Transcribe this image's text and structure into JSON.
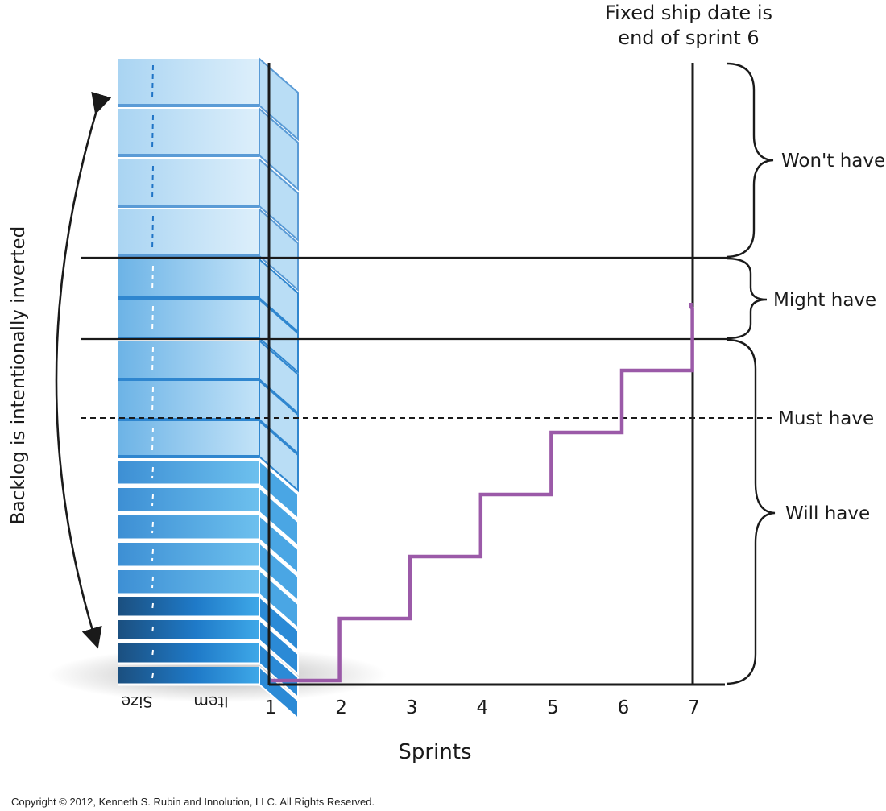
{
  "annotations": {
    "ship_date_line1": "Fixed ship date is",
    "ship_date_line2": "end of sprint 6",
    "backlog_note": "Backlog is intentionally inverted"
  },
  "zones": [
    {
      "key": "wont",
      "label": "Won't have"
    },
    {
      "key": "might",
      "label": "Might have"
    },
    {
      "key": "must",
      "label": "Must have"
    },
    {
      "key": "will",
      "label": "Will have"
    }
  ],
  "backlog_labels": {
    "item": "Item",
    "size": "Size"
  },
  "axis": {
    "xlabel": "Sprints",
    "ticks": [
      "1",
      "2",
      "3",
      "4",
      "5",
      "6",
      "7"
    ]
  },
  "burnup": {
    "description_values": [
      0,
      1,
      2,
      3,
      4,
      5,
      6,
      7
    ],
    "level_at_sprint": [
      0,
      0,
      1,
      2,
      3,
      4,
      5,
      6
    ]
  },
  "colors": {
    "burnup_line": "#9b5aa8",
    "backlog_light": "#cfe6f8",
    "backlog_mid": "#5aaee6",
    "backlog_dark": "#1b5a8e",
    "lines": "#1a1a1a"
  },
  "copyright": "Copyright © 2012, Kenneth S. Rubin and Innolution, LLC. All Rights Reserved."
}
